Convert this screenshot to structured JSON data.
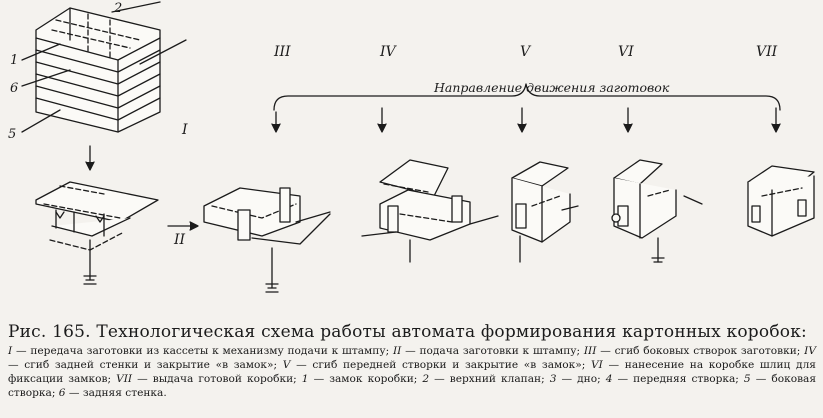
{
  "figure": {
    "stage_labels": [
      "III",
      "IV",
      "V",
      "VI",
      "VII"
    ],
    "direction_label": "Направление движения заготовок",
    "part_numbers": [
      "1",
      "2",
      "5",
      "6"
    ],
    "step_labels": [
      "I",
      "II"
    ]
  },
  "caption": {
    "title": "Рис. 165. Технологическая схема работы автомата формирования картонных коробок:",
    "legend": [
      {
        "key": "I",
        "text": "— передача заготовки из кассеты к механизму подачи к штампу;"
      },
      {
        "key": "II",
        "text": "— подача заготовки к штампу;"
      },
      {
        "key": "III",
        "text": "— сгиб боковых створок заготовки;"
      },
      {
        "key": "IV",
        "text": "— сгиб задней стенки и закрытие «в замок»;"
      },
      {
        "key": "V",
        "text": "— сгиб передней створки и закрытие «в замок»;"
      },
      {
        "key": "VI",
        "text": "— нанесение на коробке шлиц для фиксации замков;"
      },
      {
        "key": "VII",
        "text": "— выдача готовой коробки;"
      },
      {
        "key": "1",
        "text": "— замок коробки;"
      },
      {
        "key": "2",
        "text": "— верхний клапан;"
      },
      {
        "key": "3",
        "text": "— дно;"
      },
      {
        "key": "4",
        "text": "— передняя створка;"
      },
      {
        "key": "5",
        "text": "— боковая створка;"
      },
      {
        "key": "6",
        "text": "— задняя стенка."
      }
    ]
  }
}
